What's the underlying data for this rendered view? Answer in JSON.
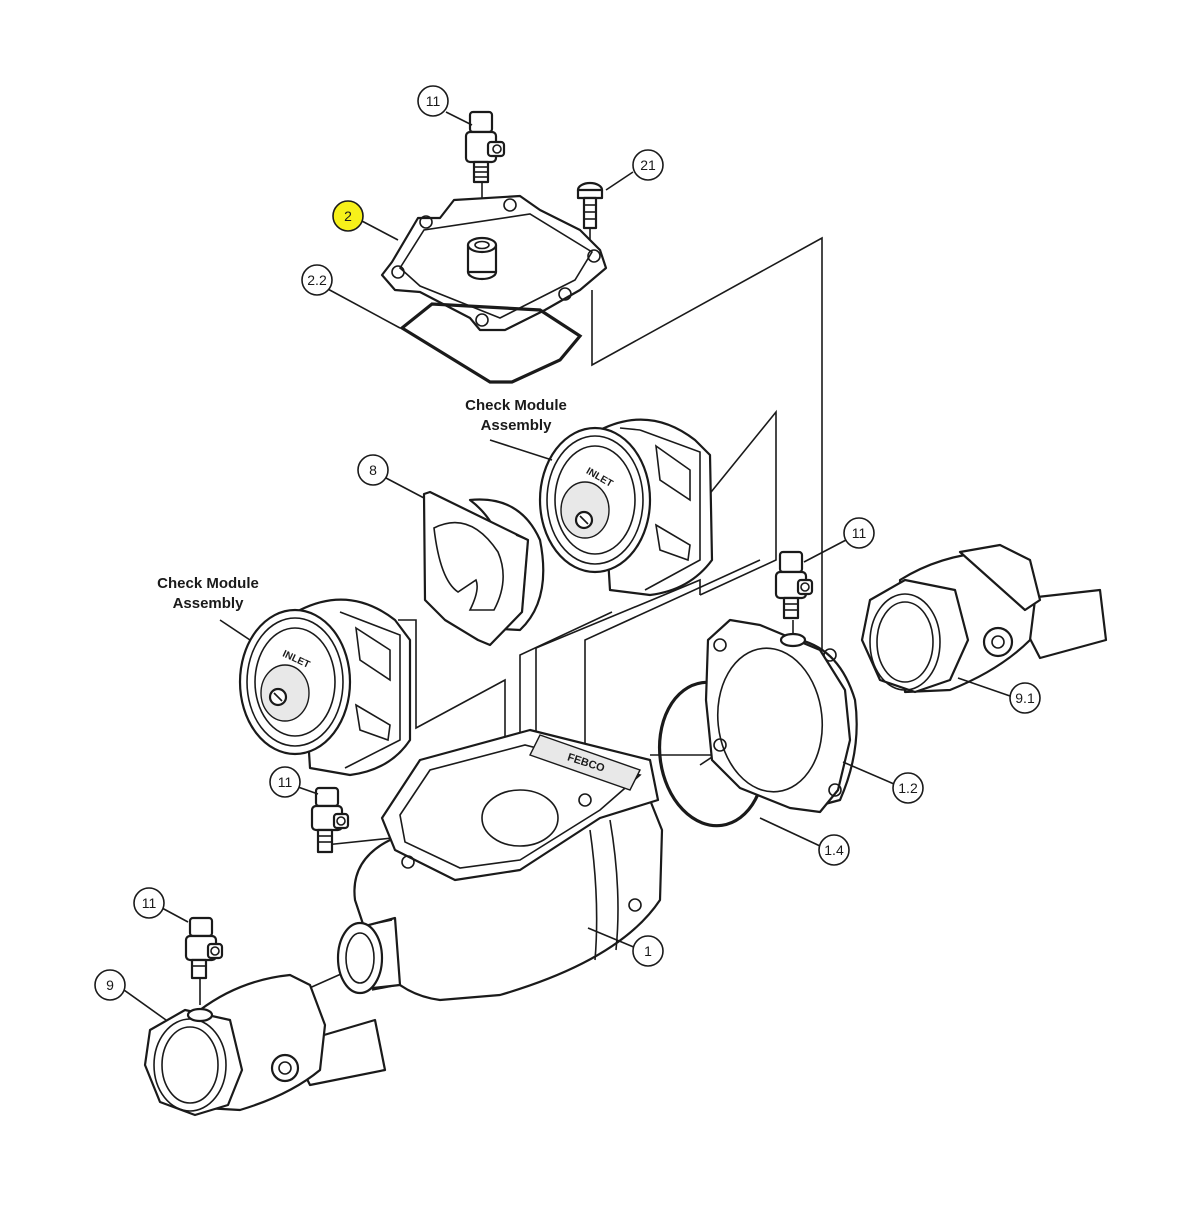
{
  "diagram": {
    "brand_plate": "FEBCO",
    "inlet_marking": "INLET",
    "highlight_color": "#f7f11a",
    "line_color": "#1a1a1a",
    "background_color": "#ffffff",
    "assembly_labels": [
      {
        "line1": "Check Module",
        "line2": "Assembly"
      },
      {
        "line1": "Check Module",
        "line2": "Assembly"
      }
    ],
    "balloons": [
      {
        "label": "11",
        "highlighted": false
      },
      {
        "label": "21",
        "highlighted": false
      },
      {
        "label": "2",
        "highlighted": true
      },
      {
        "label": "2.2",
        "highlighted": false
      },
      {
        "label": "8",
        "highlighted": false
      },
      {
        "label": "11",
        "highlighted": false
      },
      {
        "label": "9.1",
        "highlighted": false
      },
      {
        "label": "1.2",
        "highlighted": false
      },
      {
        "label": "1.4",
        "highlighted": false
      },
      {
        "label": "11",
        "highlighted": false
      },
      {
        "label": "1",
        "highlighted": false
      },
      {
        "label": "11",
        "highlighted": false
      },
      {
        "label": "9",
        "highlighted": false
      }
    ]
  }
}
